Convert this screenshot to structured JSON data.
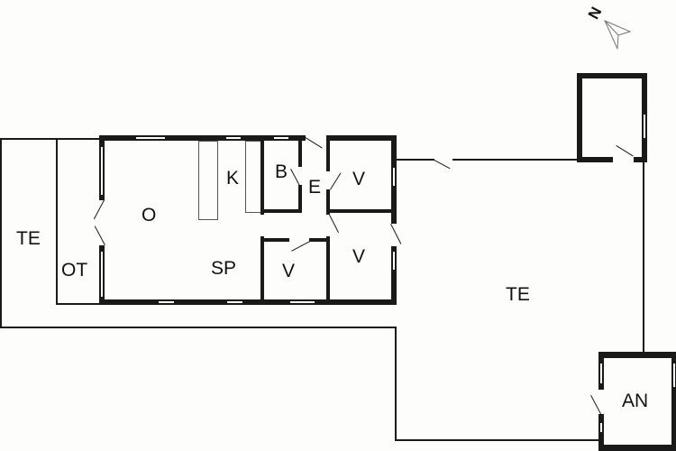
{
  "plan": {
    "north_indicator": {
      "letter": "N",
      "icon": "north-arrow-icon"
    },
    "rooms": [
      {
        "id": "te-left",
        "label": "TE",
        "meaning": "terrace"
      },
      {
        "id": "ot",
        "label": "OT"
      },
      {
        "id": "o",
        "label": "O"
      },
      {
        "id": "k",
        "label": "K"
      },
      {
        "id": "b",
        "label": "B"
      },
      {
        "id": "e",
        "label": "E"
      },
      {
        "id": "v-top",
        "label": "V"
      },
      {
        "id": "v-bottom-mid",
        "label": "V"
      },
      {
        "id": "v-bottom-right",
        "label": "V"
      },
      {
        "id": "sp",
        "label": "SP"
      },
      {
        "id": "te-main",
        "label": "TE"
      },
      {
        "id": "an",
        "label": "AN"
      }
    ]
  },
  "colors": {
    "wall": "#1a1a1a",
    "background": "#fdfdfb",
    "window": "#ffffff"
  }
}
